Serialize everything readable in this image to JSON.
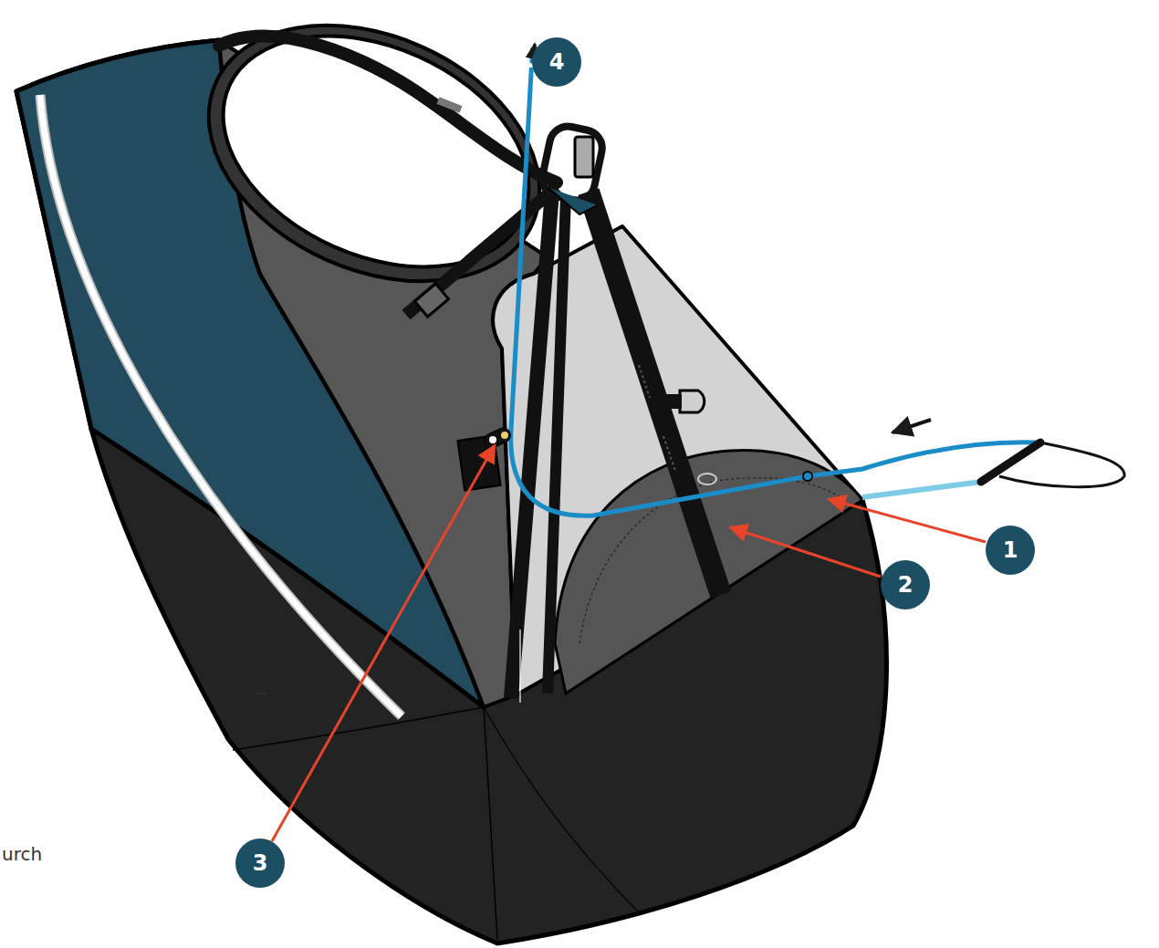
{
  "diagram": {
    "labels": [
      "4",
      "1",
      "2",
      "3",
      "urch"
    ]
  }
}
